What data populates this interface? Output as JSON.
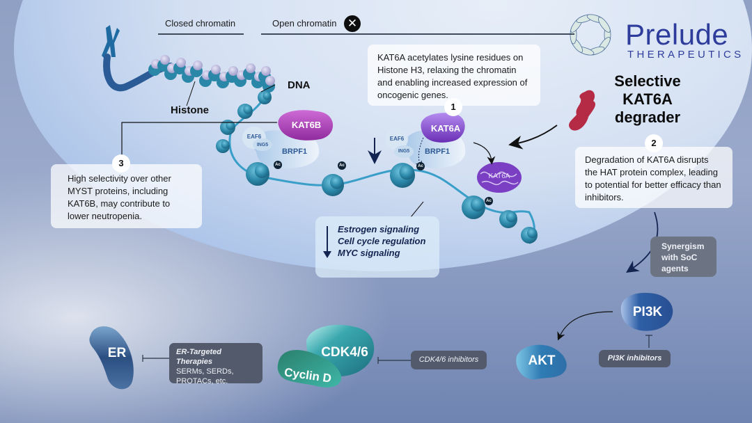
{
  "header": {
    "closed_chromatin": "Closed chromatin",
    "open_chromatin": "Open chromatin",
    "close_symbol": "✕"
  },
  "logo": {
    "name": "Prelude",
    "subtitle": "THERAPEUTICS",
    "icon": "dna-ring-icon"
  },
  "degrader": {
    "title_lines": [
      "Selective",
      "KAT6A",
      "degrader"
    ],
    "color": "#b52b45"
  },
  "labels": {
    "dna": "DNA",
    "histone": "Histone",
    "acetyl": "Ac"
  },
  "complexes": {
    "left": {
      "kat": "KAT6B",
      "eaf": "EAF6",
      "ing": "ING5",
      "brpf": "BRPF1"
    },
    "right": {
      "kat": "KAT6A",
      "eaf": "EAF6",
      "ing": "ING5",
      "brpf": "BRPF1"
    },
    "degraded": "KAT6A"
  },
  "callouts": [
    {
      "number": "1",
      "text": "KAT6A acetylates lysine residues on Histone H3, relaxing the chromatin and enabling increased expression of oncogenic genes."
    },
    {
      "number": "2",
      "text": "Degradation of KAT6A disrupts the HAT protein complex, leading to potential for better efficacy than inhibitors."
    },
    {
      "number": "3",
      "text": "High selectivity over other MYST proteins, including KAT6B, may contribute to lower neutropenia."
    }
  ],
  "signaling": {
    "direction": "down",
    "items": [
      "Estrogen signaling",
      "Cell cycle regulation",
      "MYC signaling"
    ]
  },
  "synergism": {
    "text": "Synergism with SoC agents"
  },
  "pathways": {
    "er": {
      "target": "ER",
      "therapy_title": "ER-Targeted Therapies",
      "therapy_detail": "SERMs, SERDs, PROTACs, etc."
    },
    "cdk": {
      "target": "CDK4/6",
      "partner": "Cyclin D",
      "therapy_title": "CDK4/6 inhibitors"
    },
    "pi3k": {
      "target": "PI3K",
      "downstream": "AKT",
      "therapy_title": "PI3K inhibitors"
    }
  },
  "colors": {
    "kat6b": "#a93bb5",
    "kat6a": "#7e3fc0",
    "nucleosome": "#2f8fb0",
    "navy_text": "#12244f",
    "brand": "#2e3d9c"
  }
}
